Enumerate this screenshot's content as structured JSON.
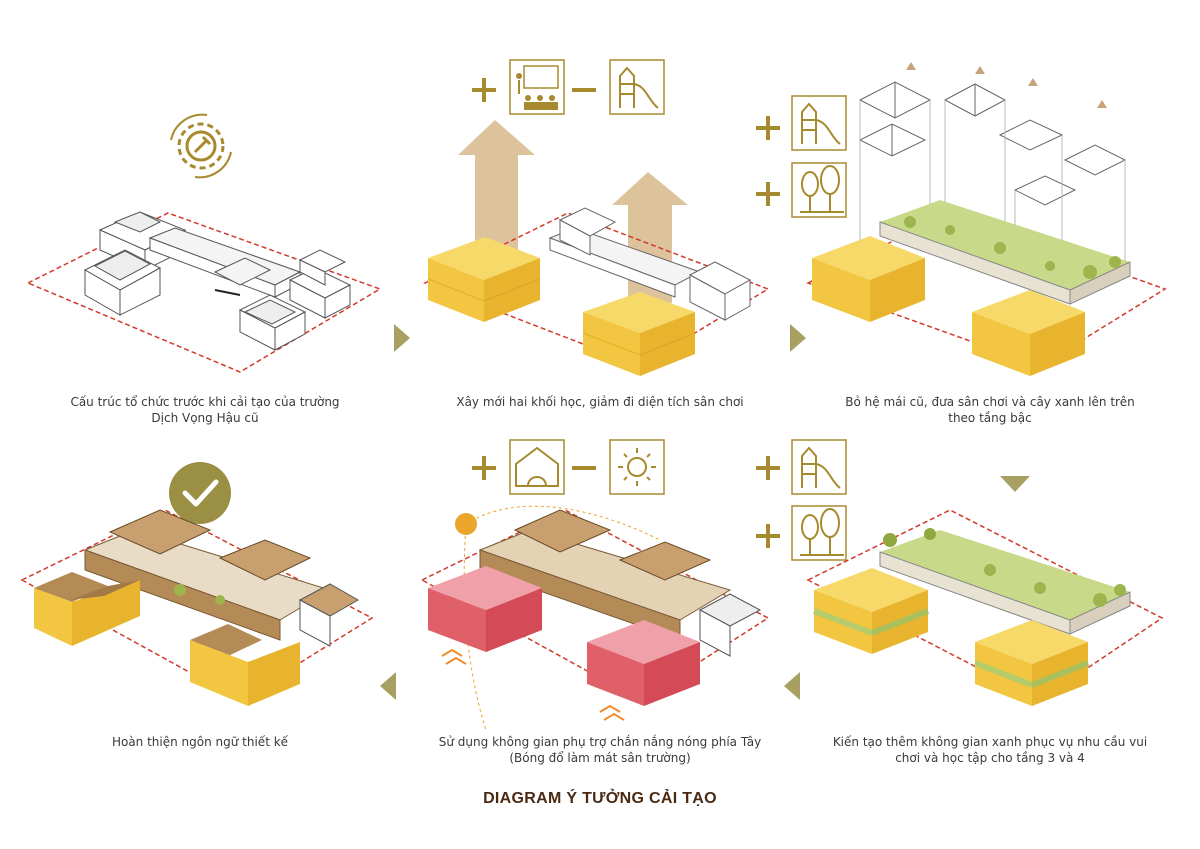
{
  "title": "DIAGRAM Ý TƯỞNG CẢI TẠO",
  "colors": {
    "gold": "#a88a2e",
    "olive": "#9b8f44",
    "yellow": "#f2c640",
    "red": "#e0606a",
    "green": "#b6cc6a",
    "wood": "#b48a57",
    "dashed_boundary": "#d23a2a"
  },
  "steps": [
    {
      "caption_line1": "Cấu trúc tổ chức trước khi cải tạo của trường",
      "caption_line2": "Dịch Vọng Hậu cũ",
      "icons": [
        "gear-wrench-icon"
      ]
    },
    {
      "caption_line1": "Xây mới hai khối học, giảm đi diện tích sân chơi",
      "caption_line2": "",
      "icons": [
        "plus-icon",
        "classroom-icon",
        "minus-icon",
        "playground-icon"
      ]
    },
    {
      "caption_line1": "Bỏ hệ mái cũ, đưa sân chơi và cây xanh lên trên",
      "caption_line2": "theo tầng bậc",
      "icons": [
        "plus-icon",
        "playground-icon",
        "plus-icon",
        "trees-icon"
      ]
    },
    {
      "caption_line1": "Kiến tạo thêm không gian xanh phục vụ nhu cầu vui",
      "caption_line2": "chơi và học tập cho tầng 3 và 4",
      "icons": [
        "plus-icon",
        "playground-icon",
        "plus-icon",
        "trees-icon"
      ]
    },
    {
      "caption_line1": "Sử dụng không gian phụ trợ chắn nắng nóng phía Tây",
      "caption_line2": "(Bóng đổ làm mát sân trường)",
      "icons": [
        "plus-icon",
        "shade-house-icon",
        "minus-icon",
        "sun-icon"
      ]
    },
    {
      "caption_line1": "Hoàn thiện ngôn ngữ thiết kế",
      "caption_line2": "",
      "icons": [
        "check-icon"
      ]
    }
  ]
}
